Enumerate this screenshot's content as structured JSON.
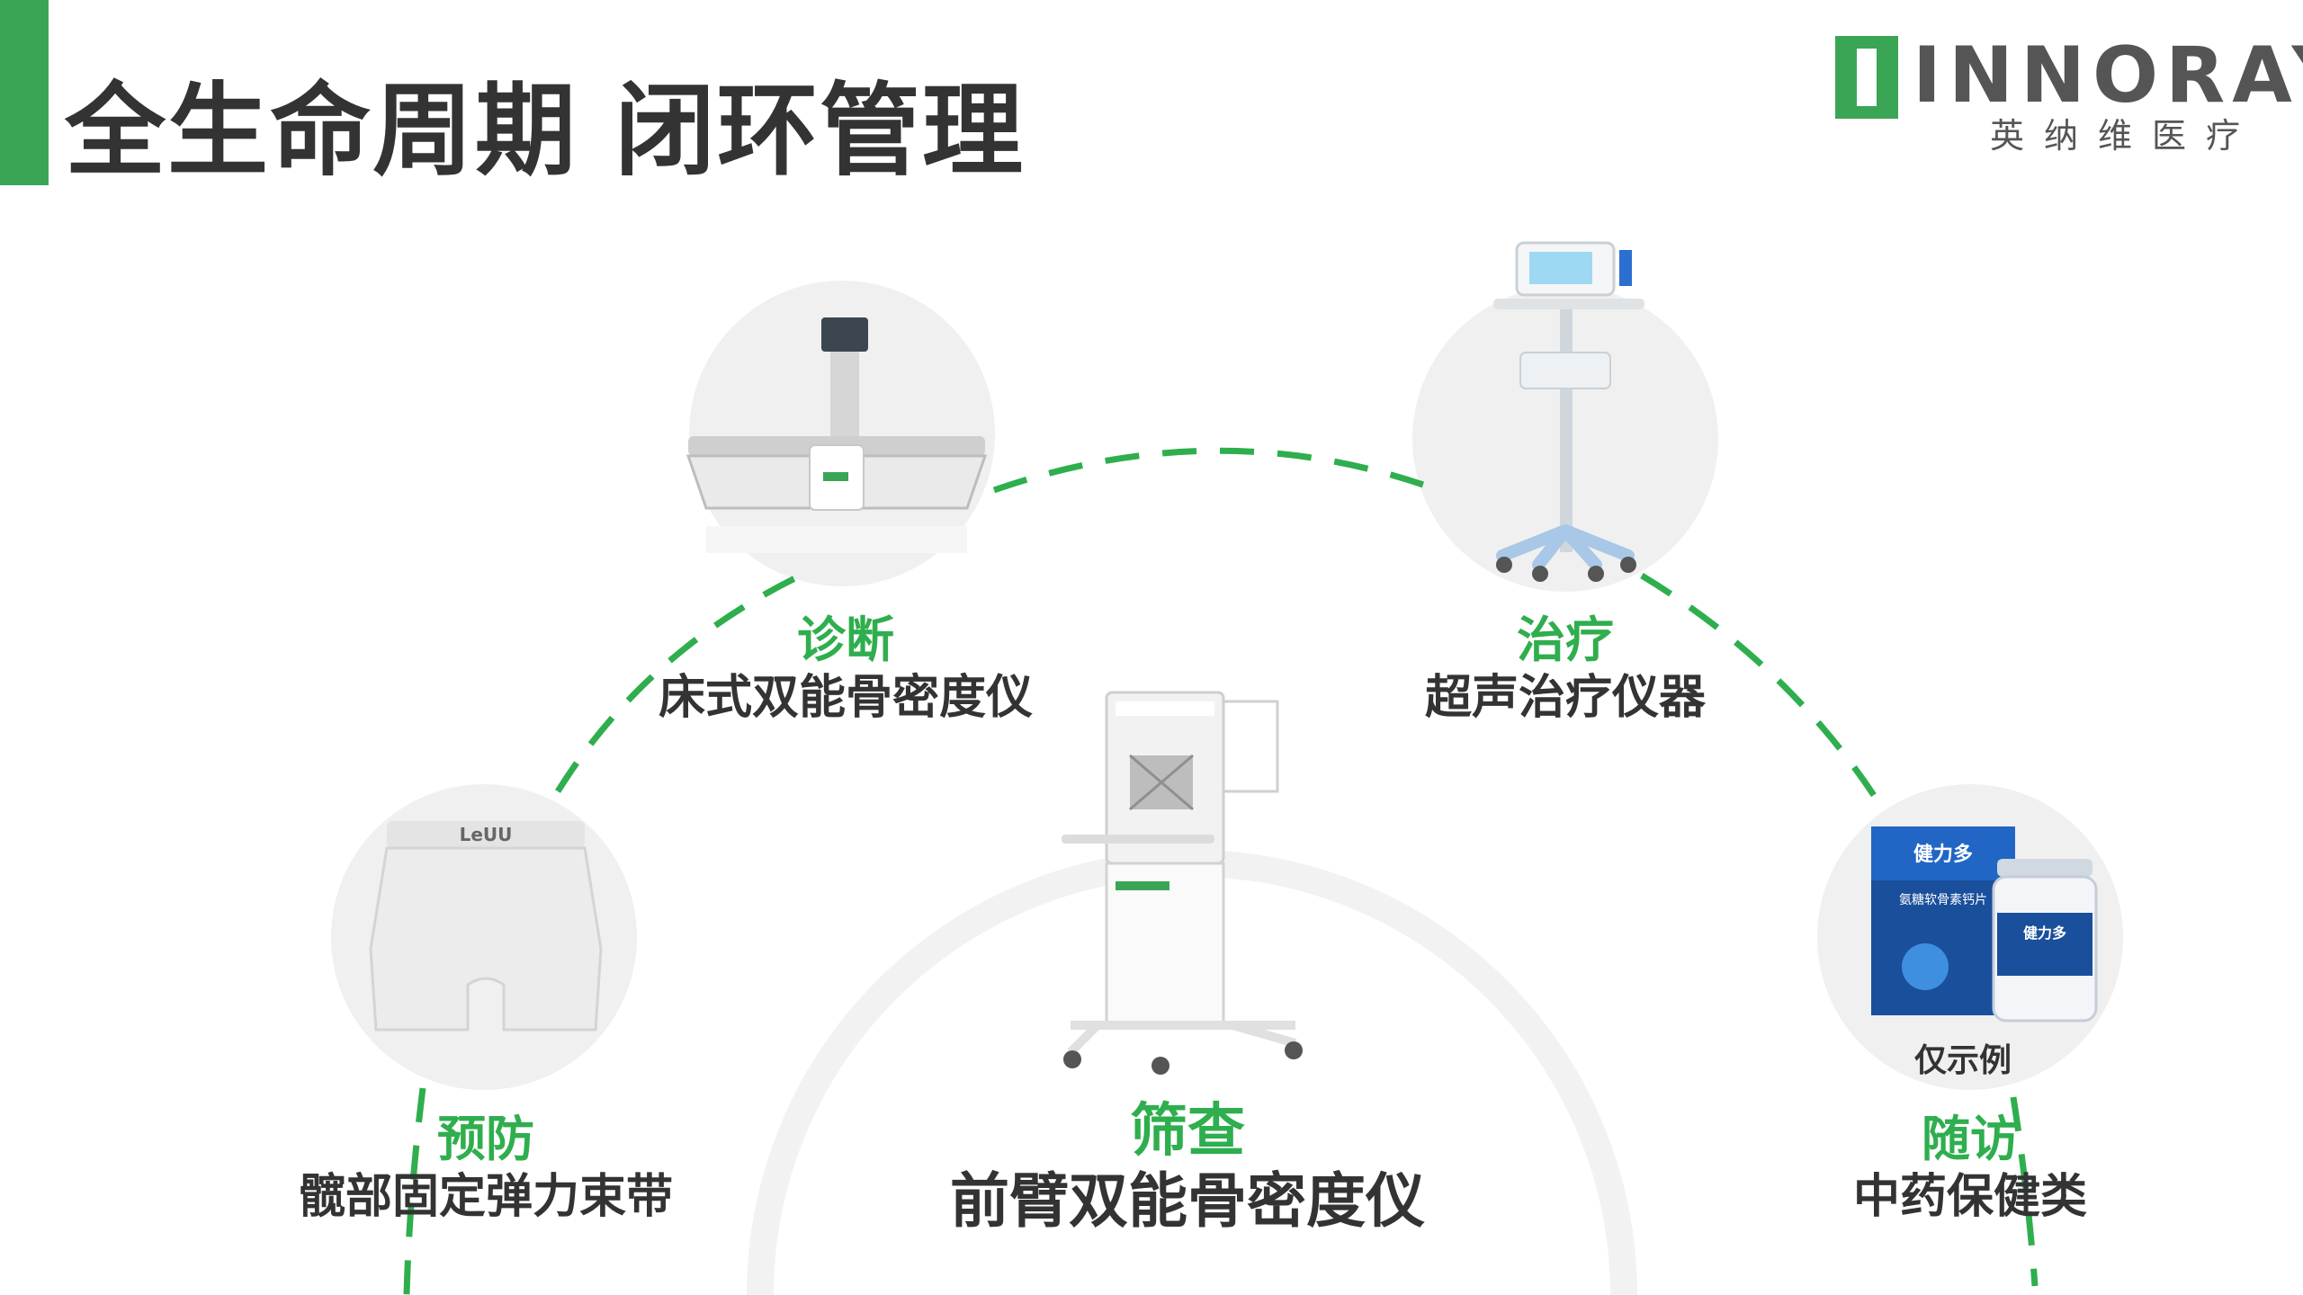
{
  "header": {
    "title": "全生命周期 闭环管理"
  },
  "logo": {
    "wordmark": "INNORAY",
    "chinese": "英纳维医疗"
  },
  "nodes": {
    "screening": {
      "stage": "筛查",
      "product": "前臂双能骨密度仪"
    },
    "diagnosis": {
      "stage": "诊断",
      "product": "床式双能骨密度仪"
    },
    "treatment": {
      "stage": "治疗",
      "product": "超声治疗仪器"
    },
    "prevention": {
      "stage": "预防",
      "product": "髋部固定弹力束带"
    },
    "followup": {
      "stage": "随访",
      "product": "中药保健类",
      "note": "仅示例"
    }
  },
  "product_labels": {
    "belt_brand": "LeUU",
    "supplement_brand": "健力多",
    "supplement_name": "氨糖软骨素钙片"
  },
  "colors": {
    "accent": "#3aa655",
    "stage_text": "#2fae4e",
    "text": "#333333"
  }
}
